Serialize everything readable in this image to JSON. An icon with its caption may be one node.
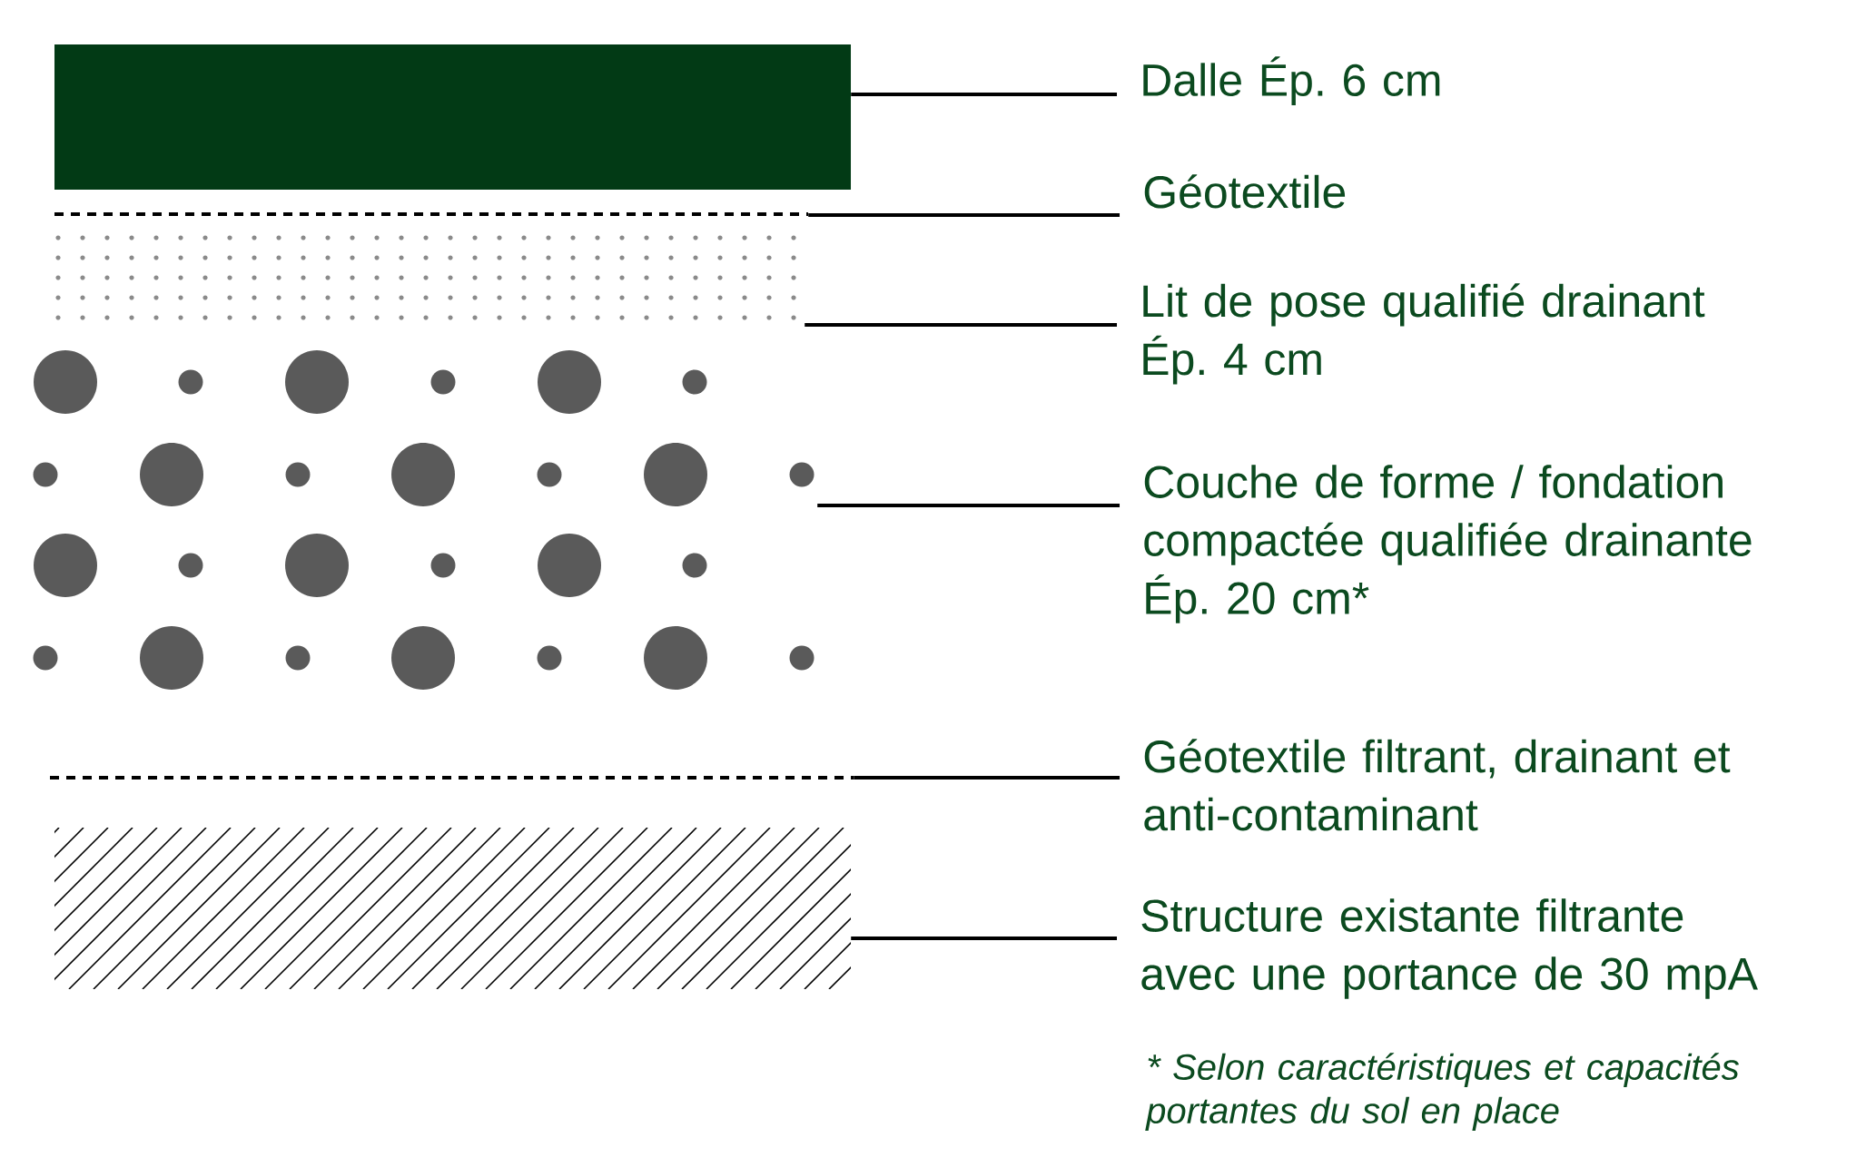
{
  "diagram": {
    "nodes": [
      {
        "text": [
          "Dalle Ép. 6 cm"
        ]
      },
      {
        "text": [
          "Géotextile"
        ]
      },
      {
        "text": [
          "Lit de pose qualifié drainant Ép. 4 cm"
        ]
      },
      {
        "text": [
          "Couche de forme / fondation compactée qualifiée drainante Ép. 20 cm*"
        ]
      },
      {
        "text": [
          "Géotextile filtrant, drainant et anti-contaminant"
        ]
      },
      {
        "text": [
          "Structure existante filtrante avec une portance de 30 mpA"
        ]
      },
      {
        "text": [],
        "shape": "box"
      },
      {
        "text": [],
        "shape": "line"
      },
      {
        "text": [],
        "shape": "dots"
      },
      {
        "text": [],
        "shape": "circles"
      },
      {
        "text": [],
        "shape": "line"
      },
      {
        "text": [],
        "shape": "hatch"
      }
    ],
    "edges": [
      {
        "from": 0,
        "to": 6,
        "arrow": "none"
      },
      {
        "from": 1,
        "to": 7,
        "arrow": "none"
      },
      {
        "from": 2,
        "to": 8,
        "arrow": "none"
      },
      {
        "from": 3,
        "to": 9,
        "arrow": "none"
      },
      {
        "from": 4,
        "to": 10,
        "arrow": "none"
      },
      {
        "from": 5,
        "to": 11,
        "arrow": "none"
      }
    ],
    "labels": [
      "* Selon caractéristiques et capacités portantes du sol en place"
    ]
  }
}
